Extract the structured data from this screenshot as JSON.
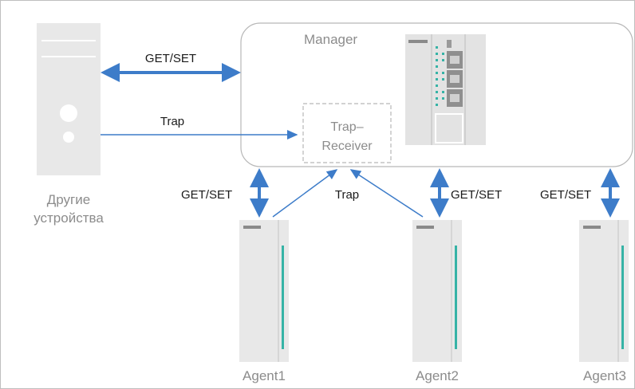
{
  "colors": {
    "arrow": "#3d7cc9",
    "device_body": "#e8e8e8",
    "device_shade": "#d6d6d6",
    "led_green": "#36b3a6",
    "manager_border": "#b7b7b7",
    "text_dark": "#1a1a1a",
    "text_grey": "#8c8c8c"
  },
  "manager": {
    "title": "Manager"
  },
  "trap_receiver": {
    "line1": "Trap–",
    "line2": "Receiver"
  },
  "other_devices": {
    "line1": "Другие",
    "line2": "устройства"
  },
  "links": {
    "other_to_manager": "GET/SET",
    "other_trap": "Trap",
    "agent1_getset": "GET/SET",
    "agent_trap": "Trap",
    "agent2_getset": "GET/SET",
    "agent3_getset": "GET/SET"
  },
  "agents": [
    {
      "label": "Agent1"
    },
    {
      "label": "Agent2"
    },
    {
      "label": "Agent3"
    }
  ]
}
